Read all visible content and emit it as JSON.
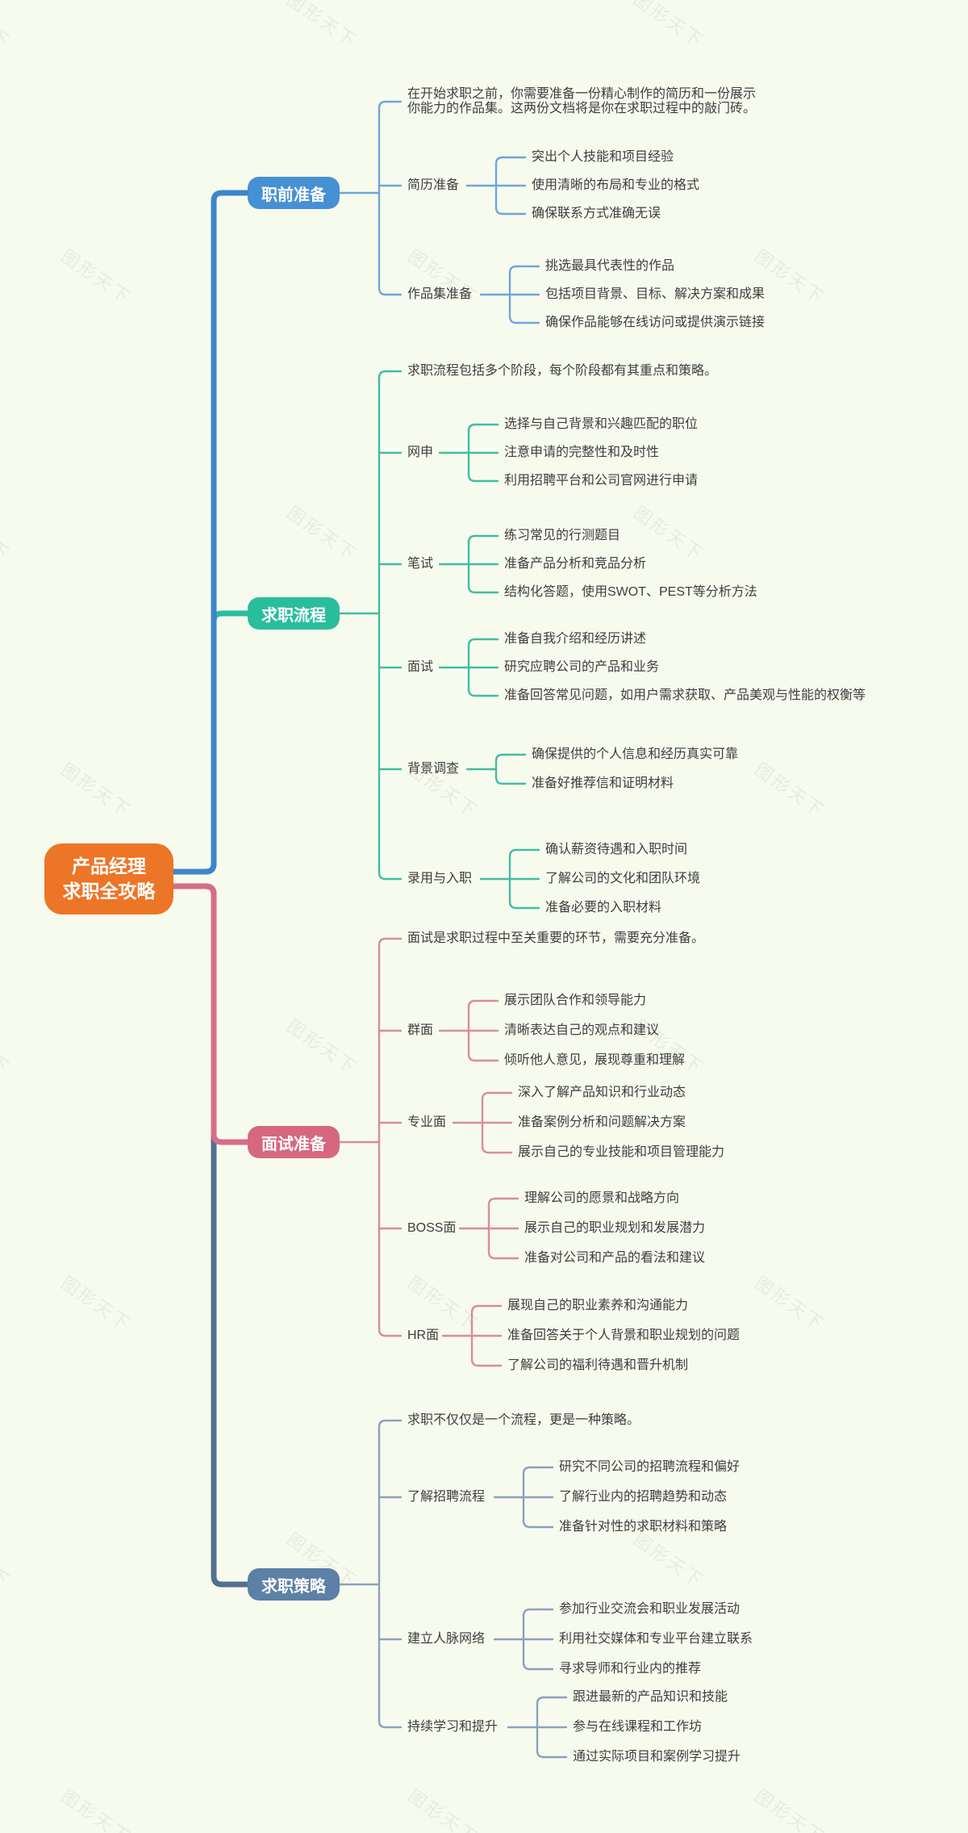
{
  "root": {
    "line1": "产品经理",
    "line2": "求职全攻略"
  },
  "watermark": "图形天下",
  "colors": {
    "background": "#f7fbee",
    "root": "#ed7527",
    "branches": [
      {
        "box": "#4690d4",
        "trunk": "#3c86cc",
        "line": "#6fa5dc"
      },
      {
        "box": "#2abd9d",
        "trunk": "#2abd9d",
        "line": "#43bca4"
      },
      {
        "box": "#d5687f",
        "trunk": "#d76c8c",
        "line": "#da8aa2"
      },
      {
        "box": "#5c80a6",
        "trunk": "#53708f",
        "line": "#8aa2bc"
      }
    ]
  },
  "branches": [
    {
      "label": "职前准备",
      "note": "在开始求职之前，你需要准备一份精心制作的简历和一份展示你能力的作品集。这两份文档将是你在求职过程中的敲门砖。",
      "topics": [
        {
          "label": "简历准备",
          "children": [
            "突出个人技能和项目经验",
            "使用清晰的布局和专业的格式",
            "确保联系方式准确无误"
          ]
        },
        {
          "label": "作品集准备",
          "children": [
            "挑选最具代表性的作品",
            "包括项目背景、目标、解决方案和成果",
            "确保作品能够在线访问或提供演示链接"
          ]
        }
      ]
    },
    {
      "label": "求职流程",
      "note": "求职流程包括多个阶段，每个阶段都有其重点和策略。",
      "topics": [
        {
          "label": "网申",
          "children": [
            "选择与自己背景和兴趣匹配的职位",
            "注意申请的完整性和及时性",
            "利用招聘平台和公司官网进行申请"
          ]
        },
        {
          "label": "笔试",
          "children": [
            "练习常见的行测题目",
            "准备产品分析和竞品分析",
            "结构化答题，使用SWOT、PEST等分析方法"
          ]
        },
        {
          "label": "面试",
          "children": [
            "准备自我介绍和经历讲述",
            "研究应聘公司的产品和业务",
            "准备回答常见问题，如用户需求获取、产品美观与性能的权衡等"
          ]
        },
        {
          "label": "背景调查",
          "children": [
            "确保提供的个人信息和经历真实可靠",
            "准备好推荐信和证明材料"
          ]
        },
        {
          "label": "录用与入职",
          "children": [
            "确认薪资待遇和入职时间",
            "了解公司的文化和团队环境",
            "准备必要的入职材料"
          ]
        }
      ]
    },
    {
      "label": "面试准备",
      "note": "面试是求职过程中至关重要的环节，需要充分准备。",
      "topics": [
        {
          "label": "群面",
          "children": [
            "展示团队合作和领导能力",
            "清晰表达自己的观点和建议",
            "倾听他人意见，展现尊重和理解"
          ]
        },
        {
          "label": "专业面",
          "children": [
            "深入了解产品知识和行业动态",
            "准备案例分析和问题解决方案",
            "展示自己的专业技能和项目管理能力"
          ]
        },
        {
          "label": "BOSS面",
          "children": [
            "理解公司的愿景和战略方向",
            "展示自己的职业规划和发展潜力",
            "准备对公司和产品的看法和建议"
          ]
        },
        {
          "label": "HR面",
          "children": [
            "展现自己的职业素养和沟通能力",
            "准备回答关于个人背景和职业规划的问题",
            "了解公司的福利待遇和晋升机制"
          ]
        }
      ]
    },
    {
      "label": "求职策略",
      "note": "求职不仅仅是一个流程，更是一种策略。",
      "topics": [
        {
          "label": "了解招聘流程",
          "children": [
            "研究不同公司的招聘流程和偏好",
            "了解行业内的招聘趋势和动态",
            "准备针对性的求职材料和策略"
          ]
        },
        {
          "label": "建立人脉网络",
          "children": [
            "参加行业交流会和职业发展活动",
            "利用社交媒体和专业平台建立联系",
            "寻求导师和行业内的推荐"
          ]
        },
        {
          "label": "持续学习和提升",
          "children": [
            "跟进最新的产品知识和技能",
            "参与在线课程和工作坊",
            "通过实际项目和案例学习提升"
          ]
        }
      ]
    }
  ]
}
